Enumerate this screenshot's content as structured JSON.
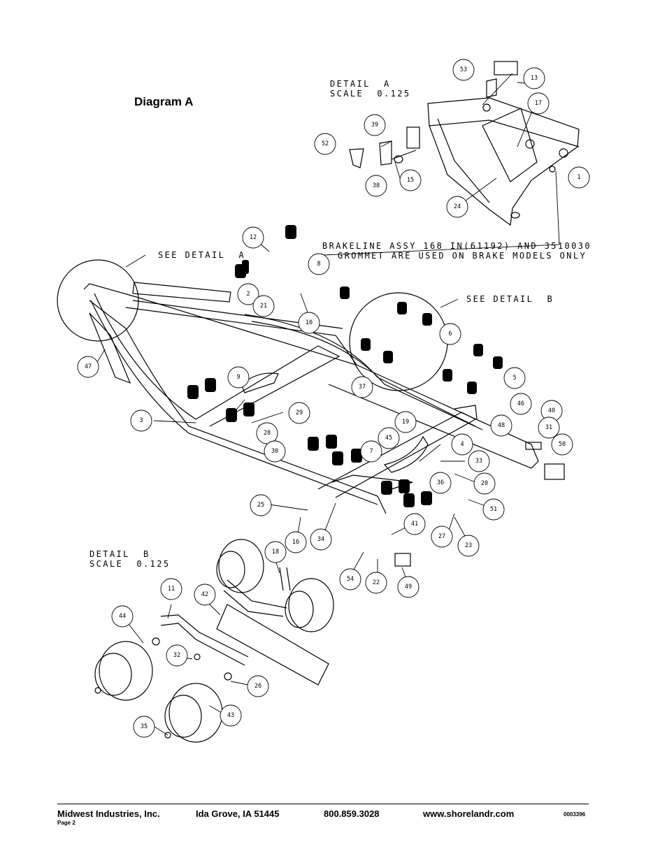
{
  "title": "Diagram A",
  "detail_a": {
    "line1": "DETAIL  A",
    "line2": "SCALE  0.125"
  },
  "detail_b": {
    "line1": "DETAIL  B",
    "line2": "SCALE  0.125"
  },
  "see_detail_a": "SEE DETAIL  A",
  "see_detail_b": "SEE DETAIL  B",
  "brakeline_note": {
    "line1": "BRAKELINE ASSY 168 IN(61192) AND 3510030",
    "line2": "GROMMET ARE USED ON BRAKE MODELS ONLY"
  },
  "callouts": [
    "53",
    "13",
    "17",
    "39",
    "52",
    "38",
    "15",
    "1",
    "24",
    "12",
    "8",
    "2",
    "21",
    "10",
    "6",
    "5",
    "46",
    "40",
    "48",
    "31",
    "50",
    "47",
    "9",
    "37",
    "3",
    "29",
    "28",
    "30",
    "19",
    "45",
    "7",
    "4",
    "33",
    "36",
    "20",
    "51",
    "25",
    "16",
    "34",
    "41",
    "27",
    "23",
    "54",
    "22",
    "49",
    "18",
    "11",
    "42",
    "44",
    "32",
    "26",
    "43",
    "35"
  ],
  "footer": {
    "company": "Midwest Industries, Inc.",
    "city": "Ida Grove, IA  51445",
    "phone": "800.859.3028",
    "website": "www.shorelandr.com",
    "doc_number": "0003396",
    "page": "Page 2"
  }
}
